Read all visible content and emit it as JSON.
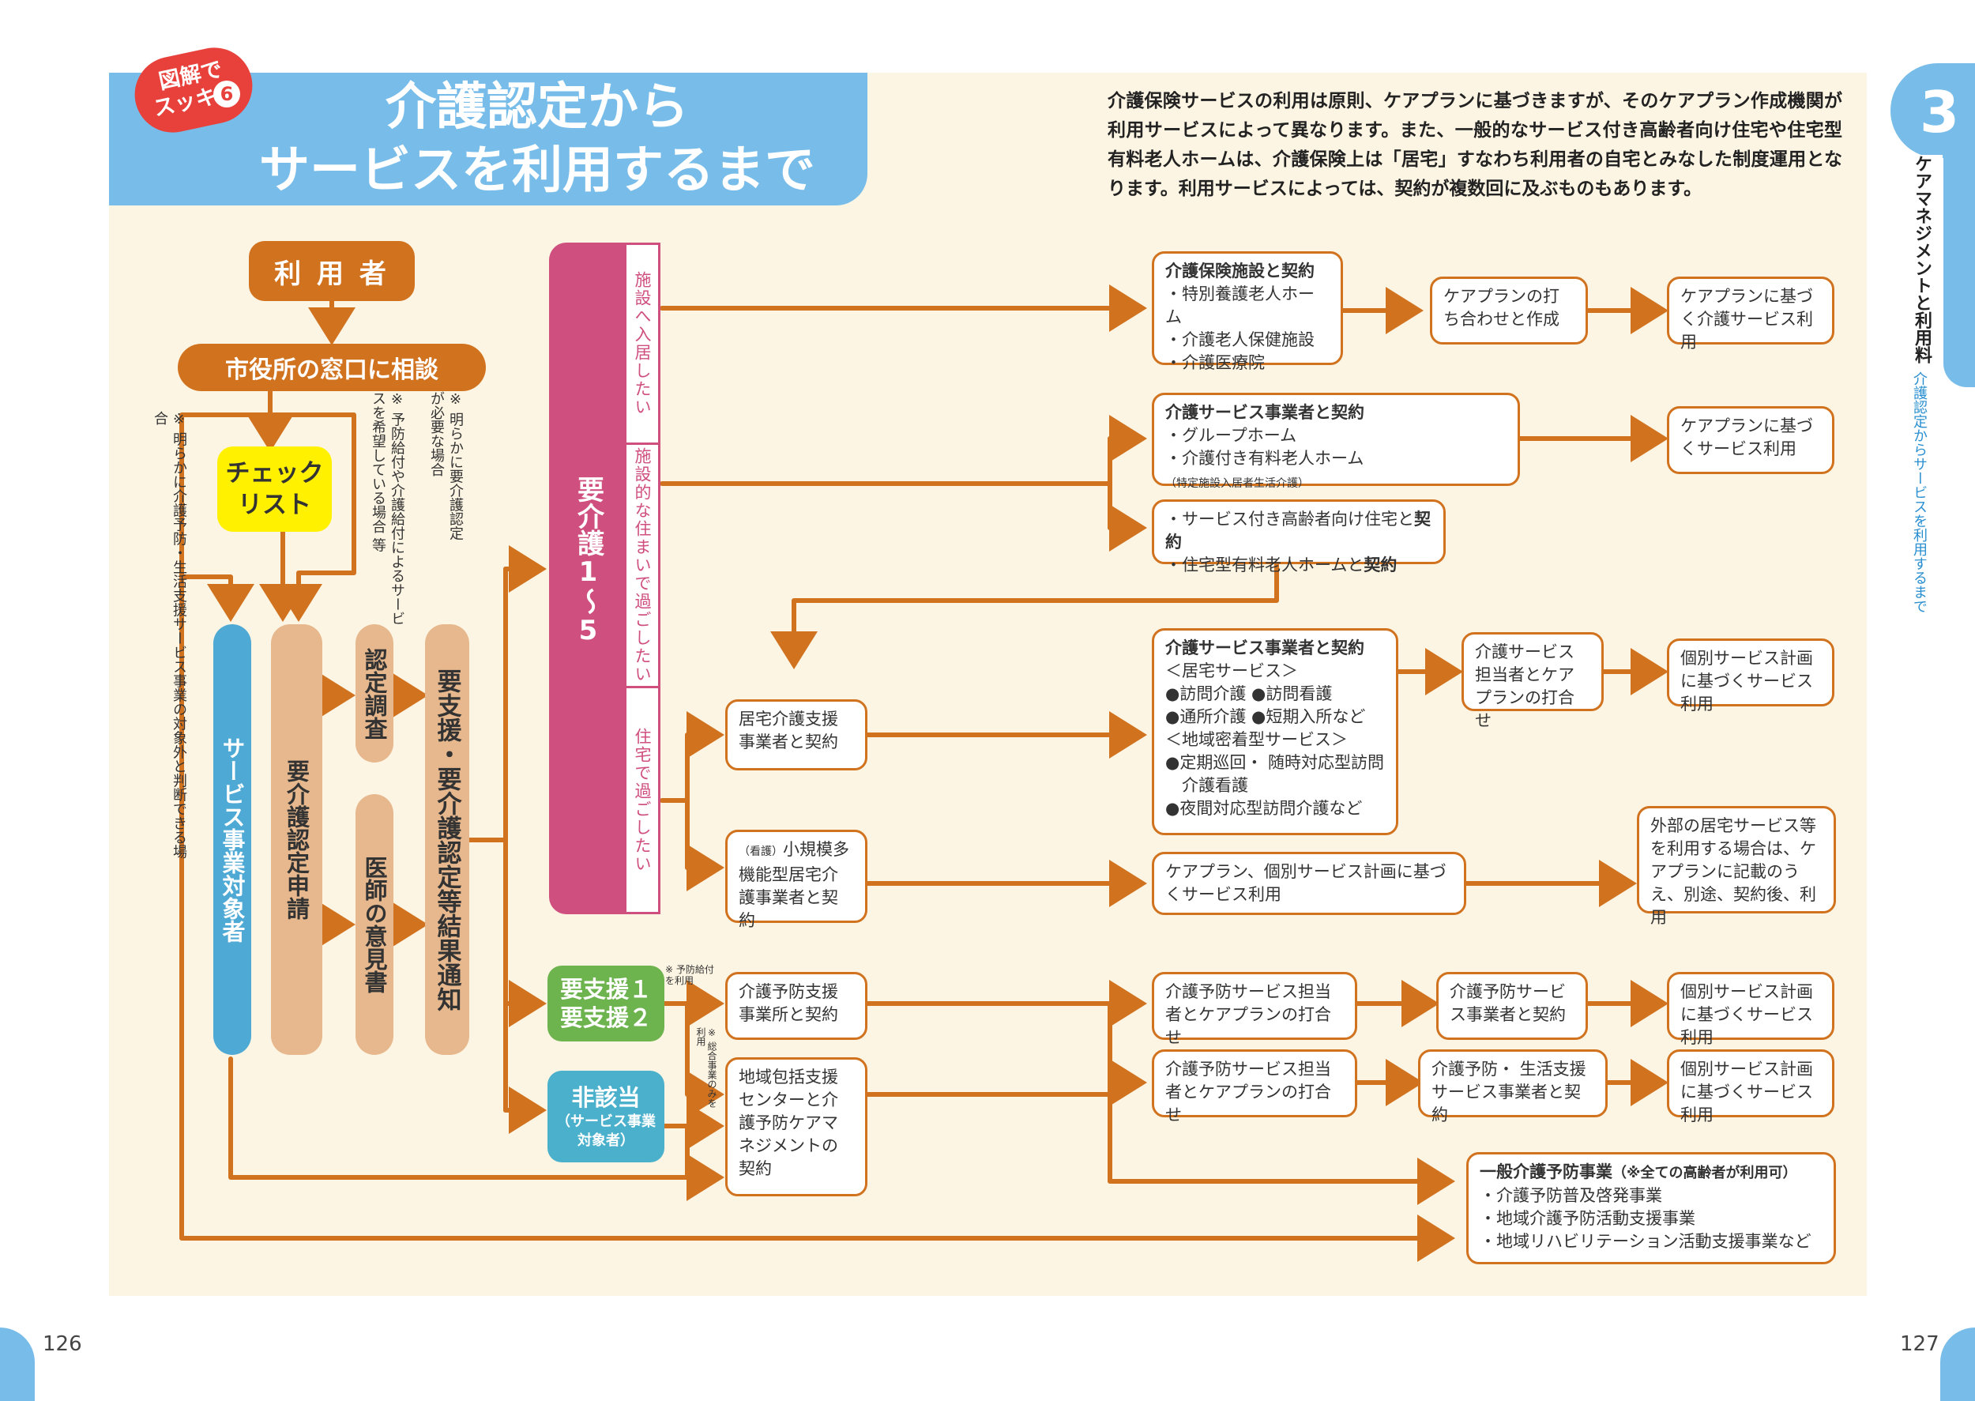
{
  "header": {
    "badge_line1": "図解で",
    "badge_line2": "スッキリ",
    "badge_num": "6",
    "title_line1": "介護認定から",
    "title_line2": "サービスを利用するまで"
  },
  "intro": "介護保険サービスの利用は原則、ケアプランに基づきますが、そのケアプラン作成機関が利用サービスによって異なります。また、一般的なサービス付き高齢者向け住宅や住宅型有料老人ホームは、介護保険上は「居宅」すなわち利用者の自宅とみなした制度運用となります。利用サービスによっては、契約が複数回に及ぶものもあります。",
  "side": {
    "chapter_num": "3",
    "chapter": "ケアマネジメントと利用料",
    "sub": "介護認定からサービスを利用するまで"
  },
  "pages": {
    "left": "126",
    "right": "127"
  },
  "flow": {
    "user": "利 用 者",
    "consult": "市役所の窓口に相談",
    "checklist_1": "チェック",
    "checklist_2": "リスト",
    "service_target": "サービス事業対象者",
    "application": "要介護認定申請",
    "survey": "認定調査",
    "doctor": "医師の意見書",
    "result": "要支援・要介護認定等結果通知",
    "care_level": "要介護1〜5",
    "support_1": "要支援１",
    "support_2": "要支援２",
    "non_applicable": "非該当",
    "non_applicable_sub_1": "（サービス事業",
    "non_applicable_sub_2": "対象者）"
  },
  "notes": {
    "n1": "※ 明らかに要介護認定が必要な場合",
    "n2": "※ 予防給付や介護給付によるサービスを希望している場合 等",
    "n3": "※ 明らかに介護予防・生活支援サービス事業の対象外と判断できる場合",
    "n4": "※ 予防給付を利用",
    "n5": "※ 総合事業のみを利用"
  },
  "pink_labels": {
    "a": "施設へ入居したい",
    "b": "施設的な住まいで過ごしたい",
    "c": "住宅で過ごしたい"
  },
  "boxes": {
    "facility": {
      "title": "介護保険施設と契約",
      "items": [
        "・特別養護老人ホーム",
        "・介護老人保健施設",
        "・介護医療院"
      ]
    },
    "careplan_meet": "ケアプランの打ち合わせと作成",
    "service_use_1": "ケアプランに基づく介護サービス利用",
    "provider_1": {
      "title": "介護サービス事業者と契約",
      "items": [
        "・グループホーム",
        "・介護付き有料老人ホーム"
      ],
      "item2_note": "（特定施設入居者生活介護）"
    },
    "service_use_2": "ケアプランに基づくサービス利用",
    "housing": {
      "line1": "・サービス付き高齢者向け住宅と",
      "line1_b": "契約",
      "line2": "・住宅型有料老人ホームと",
      "line2_b": "契約"
    },
    "home_support": "居宅介護支援事業者と契約",
    "provider_2": {
      "title": "介護サービス事業者と契約",
      "items": [
        "＜居宅サービス＞",
        "●訪問介護 ●訪問看護",
        "●通所介護 ●短期入所など",
        "＜地域密着型サービス＞",
        "●定期巡回・ 随時対応型訪問",
        "　介護看護",
        "●夜間対応型訪問介護など"
      ]
    },
    "staff_meet": "介護サービス担当者とケアプランの打合せ",
    "individual_1": "個別サービス計画に基づくサービス利用",
    "multi": {
      "prefix": "（看護）",
      "text": "小規模多機能型居宅介護事業者と契約"
    },
    "plan_use": "ケアプラン、個別サービス計画に基づくサービス利用",
    "external": "外部の居宅サービス等を利用する場合は、ケアプランに記載のうえ、別途、契約後、利用",
    "prevent_support": "介護予防支援事業所と契約",
    "prevent_meet_1": "介護予防サービス担当者とケアプランの打合せ",
    "prevent_provider": "介護予防サービス事業者と契約",
    "individual_2": "個別サービス計画に基づくサービス利用",
    "center": "地域包括支援センターと介護予防ケアマネジメントの契約",
    "prevent_meet_2": "介護予防サービス担当者とケアプランの打合せ",
    "prevent_life": "介護予防・ 生活支援サービス事業者と契約",
    "individual_3": "個別サービス計画に基づくサービス利用",
    "general": {
      "title": "一般介護予防事業",
      "title_note": "（※全ての高齢者が利用可）",
      "items": [
        "・介護予防普及啓発事業",
        "・地域介護予防活動支援事業",
        "・地域リハビリテーション活動支援事業など"
      ]
    }
  },
  "colors": {
    "orange": "#d1721f",
    "pink": "#cf4f7f",
    "blue": "#4ea9d4",
    "green": "#6db34e",
    "teal": "#4ab0cc",
    "tan": "#e7b88d",
    "yellow": "#fff100",
    "sky": "#78bde9",
    "cream": "#fdf5e3"
  }
}
